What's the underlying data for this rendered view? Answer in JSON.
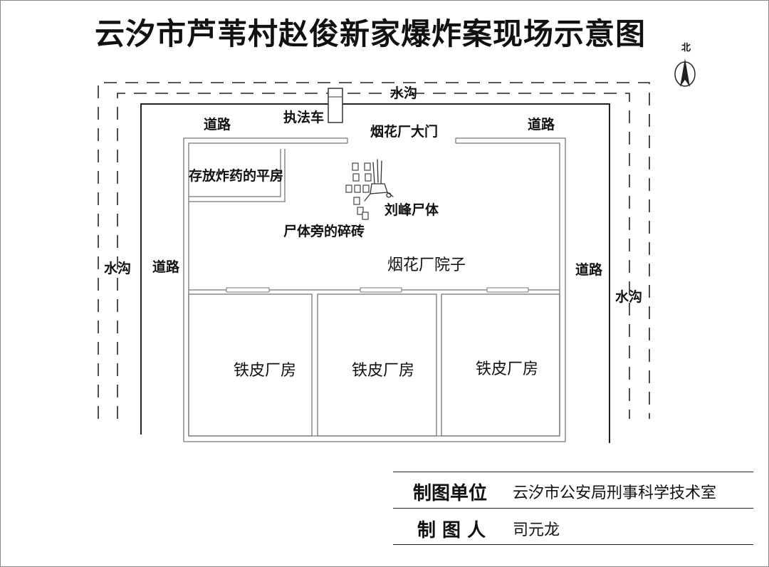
{
  "title": "云汐市芦苇村赵俊新家爆炸案现场示意图",
  "north_symbol": "北",
  "labels": {
    "ditch_top": "水沟",
    "ditch_left": "水沟",
    "ditch_right": "水沟",
    "road_top_left": "道路",
    "road_top_right": "道路",
    "road_left": "道路",
    "road_right": "道路",
    "enforcement_vehicle": "执法车",
    "factory_gate": "烟花厂大门",
    "storage_room": "存放炸药的平房",
    "corpse": "刘峰尸体",
    "debris": "尸体旁的碎砖",
    "yard": "烟花厂院子",
    "shed_1": "铁皮厂房",
    "shed_2": "铁皮厂房",
    "shed_3": "铁皮厂房"
  },
  "info_table": {
    "unit_key": "制图单位",
    "unit_value": "云汐市公安局刑事科学技术室",
    "author_key": "制 图 人",
    "author_value": "司元龙"
  }
}
